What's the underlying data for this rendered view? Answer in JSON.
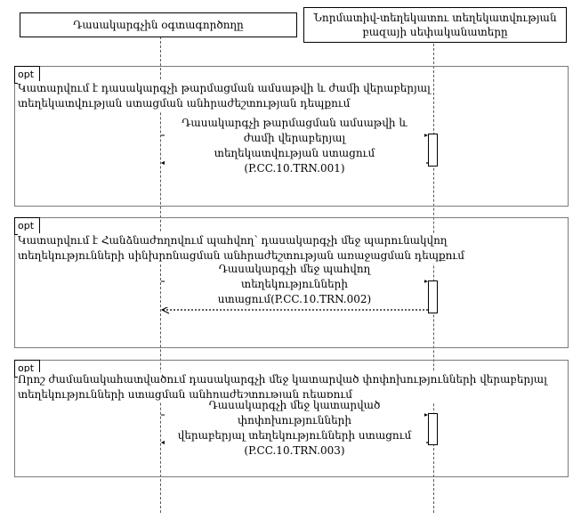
{
  "diagram": {
    "type": "uml-sequence",
    "colors": {
      "background": "#ffffff",
      "frame_border": "#7a7a7a",
      "line": "#000000",
      "text": "#000000"
    },
    "participants": [
      {
        "name": "Դասակարգչին օգտագործողը"
      },
      {
        "name": "Նորմատիվ-տեղեկատու տեղեկատվության բազայի սեփականատերը"
      }
    ],
    "fragments": [
      {
        "operator": "opt",
        "guard_line1": "Կատարվում է դասակարգչի թարմացման ամսաթվի և ժամի վերաբերյալ",
        "guard_line2": "տեղեկատվության ստացման անհրաժեշտության դեպքում",
        "message_line1": "Դասակարգչի թարմացման ամսաթվի և ժամի վերաբերյալ",
        "message_line2": "տեղեկատվության ստացում (P.CC.10.TRN.001)"
      },
      {
        "operator": "opt",
        "guard_line1": "Կատարվում է Հանձնաժողովում պահվող՝ դասակարգչի մեջ պարունակվող",
        "guard_line2": "տեղեկությունների սինխրոնացման անհրաժեշտության առաջացման դեպքում",
        "message_line1": "Դասակարգչի մեջ պահվող տեղեկությունների",
        "message_line2": "ստացում(P.CC.10.TRN.002)"
      },
      {
        "operator": "opt",
        "guard_line1": "Որոշ ժամանակահատվածում դասակարգչի մեջ կատարված փոփոխությունների վերաբերյալ",
        "guard_line2": "տեղեկությունների ստացման անհրաժեշտության դեպքում",
        "message_line1": "Դասակարգչի մեջ կատարված փոփոխությունների",
        "message_line2": "վերաբերյալ տեղեկությունների ստացում (P.CC.10.TRN.003)"
      }
    ]
  }
}
